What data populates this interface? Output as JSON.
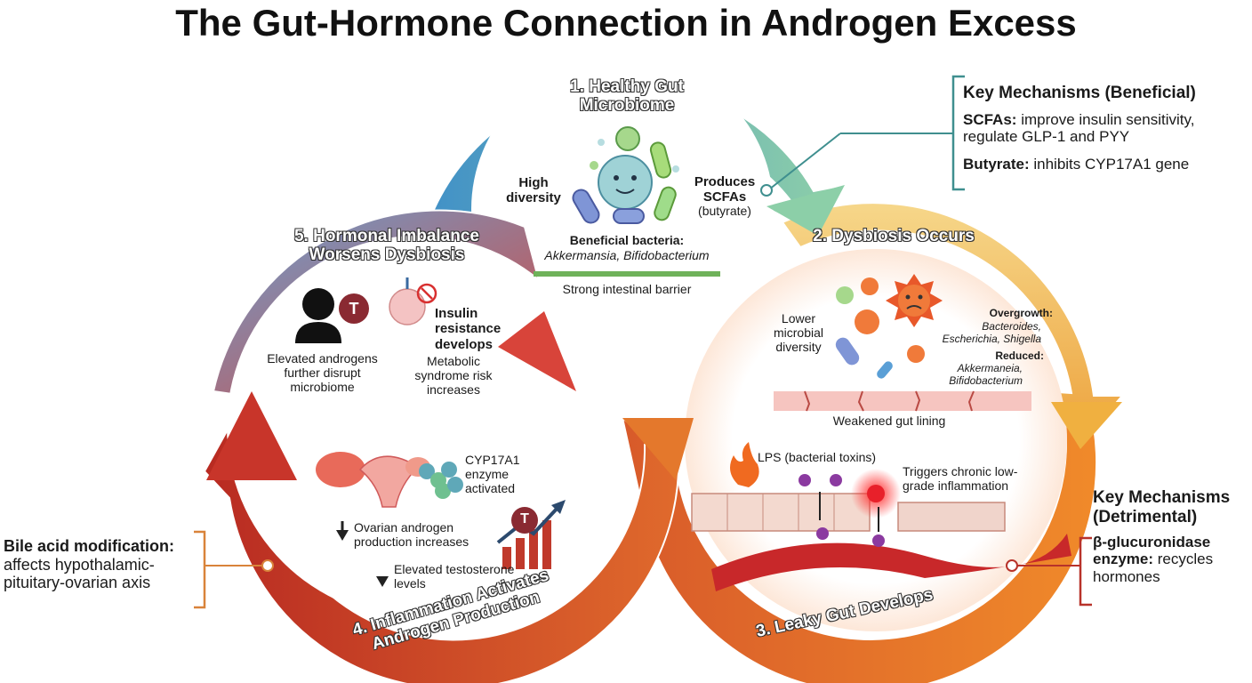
{
  "title": "The Gut-Hormone Connection in Androgen Excess",
  "steps": {
    "s1": "1. Healthy Gut Microbiome",
    "s2": "2. Dysbiosis Occurs",
    "s3": "3. Leaky Gut Develops",
    "s4": "4. Inflammation Activates Androgen Production",
    "s5": "5. Hormonal Imbalance Worsens Dysbiosis"
  },
  "healthy": {
    "diversity": "High diversity",
    "produces": "Produces SCFAs",
    "butyrate_note": "(butyrate)",
    "beneficial_label": "Beneficial bacteria:",
    "beneficial_names": "Akkermansia, Bifidobacterium",
    "barrier": "Strong intestinal barrier"
  },
  "dysbiosis": {
    "lower_diversity": "Lower microbial diversity",
    "overgrowth_label": "Overgrowth:",
    "overgrowth_names": "Bacteroides, Escherichia, Shigella",
    "reduced_label": "Reduced:",
    "reduced_names": "Akkermaneia, Bifidobacterium",
    "weakened": "Weakened gut lining"
  },
  "leaky": {
    "lps": "LPS (bacterial toxins)",
    "inflammation": "Triggers chronic low-grade inflammation"
  },
  "inflammation": {
    "cyp": "CYP17A1 enzyme activated",
    "ovarian": "Ovarian androgen production increases",
    "testosterone": "Elevated testosterone levels",
    "t_badge": "T"
  },
  "hormonal": {
    "t_badge": "T",
    "elevated": "Elevated androgens further disrupt microbiome",
    "insulin": "Insulin resistance develops",
    "metabolic": "Metabolic syndrome risk increases"
  },
  "beneficial_box": {
    "heading": "Key Mechanisms (Beneficial)",
    "scfa_label": "SCFAs:",
    "scfa_text": "improve insulin sensitivity, regulate GLP-1 and PYY",
    "butyrate_label": "Butyrate:",
    "butyrate_text": "inhibits CYP17A1 gene"
  },
  "detrimental_box": {
    "heading": "Key Mechanisms (Detrimental)",
    "label": "β-glucuronidase enzyme:",
    "text": "recycles hormones"
  },
  "bile_box": {
    "label": "Bile acid modification:",
    "text": "affects hypothalamic-pituitary-ovarian axis"
  },
  "colors": {
    "arrow_blue": "#4f9fcf",
    "arrow_teal": "#86c9a6",
    "arrow_yellow": "#f2c45a",
    "arrow_orange": "#e9892f",
    "arrow_red": "#c43628",
    "bracket_teal": "#3f8f8f",
    "bracket_orange": "#d9833a",
    "bracket_red": "#b8322a"
  },
  "icons": [
    "bacteria-icon",
    "person-silhouette-icon",
    "testosterone-badge-icon",
    "insulin-receptor-icon",
    "uterus-icon",
    "enzyme-icon",
    "trend-chart-icon",
    "flame-icon",
    "blood-vessel-icon",
    "gut-lining-icon"
  ]
}
